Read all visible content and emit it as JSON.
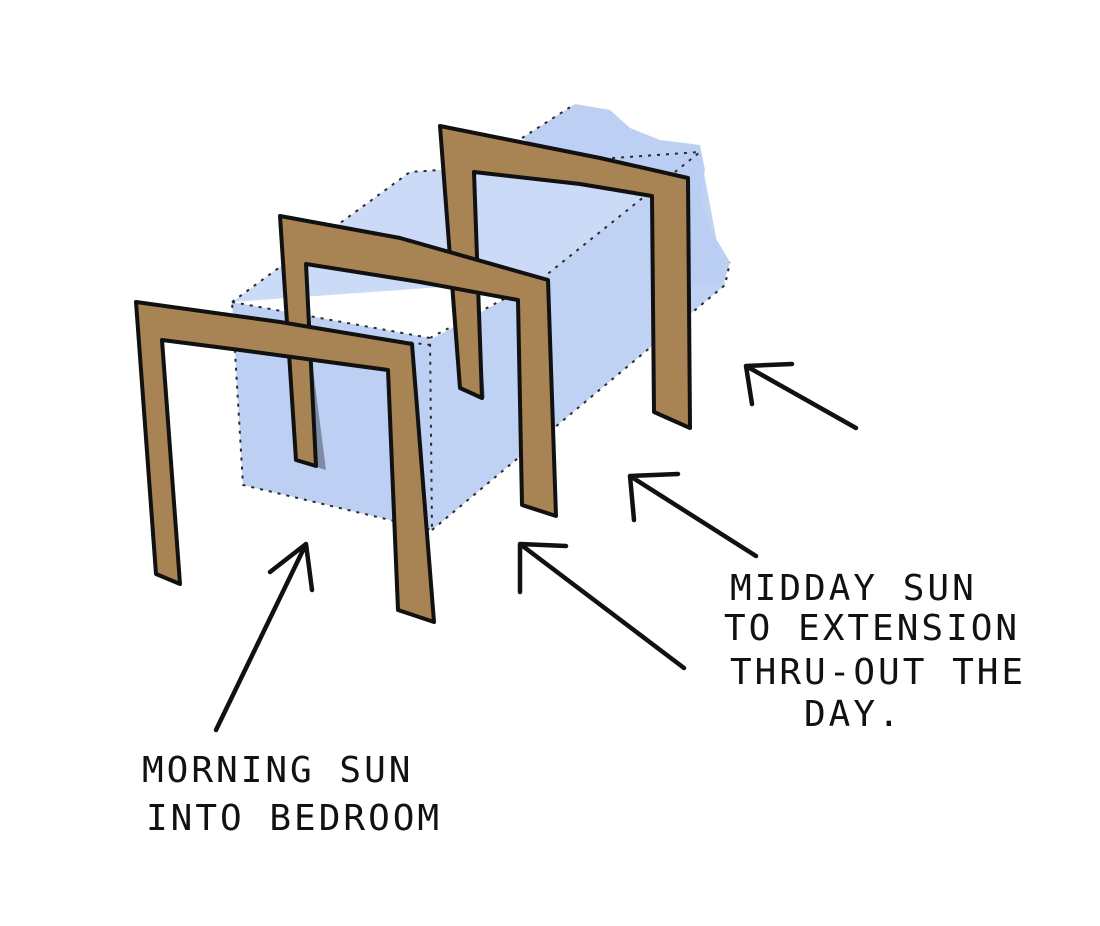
{
  "colors": {
    "frame_fill": "#a88454",
    "frame_outline": "#111111",
    "volume_fill": "#b9cdf3",
    "post_shadow": "#7f8aa4",
    "background": "#ffffff",
    "ink": "#111111"
  },
  "annotations": {
    "midday": {
      "lines": [
        "MIDDAY SUN",
        "TO EXTENSION",
        "THRU-OUT THE",
        "DAY."
      ]
    },
    "morning": {
      "lines": [
        "MORNING SUN",
        "INTO BEDROOM"
      ]
    }
  }
}
